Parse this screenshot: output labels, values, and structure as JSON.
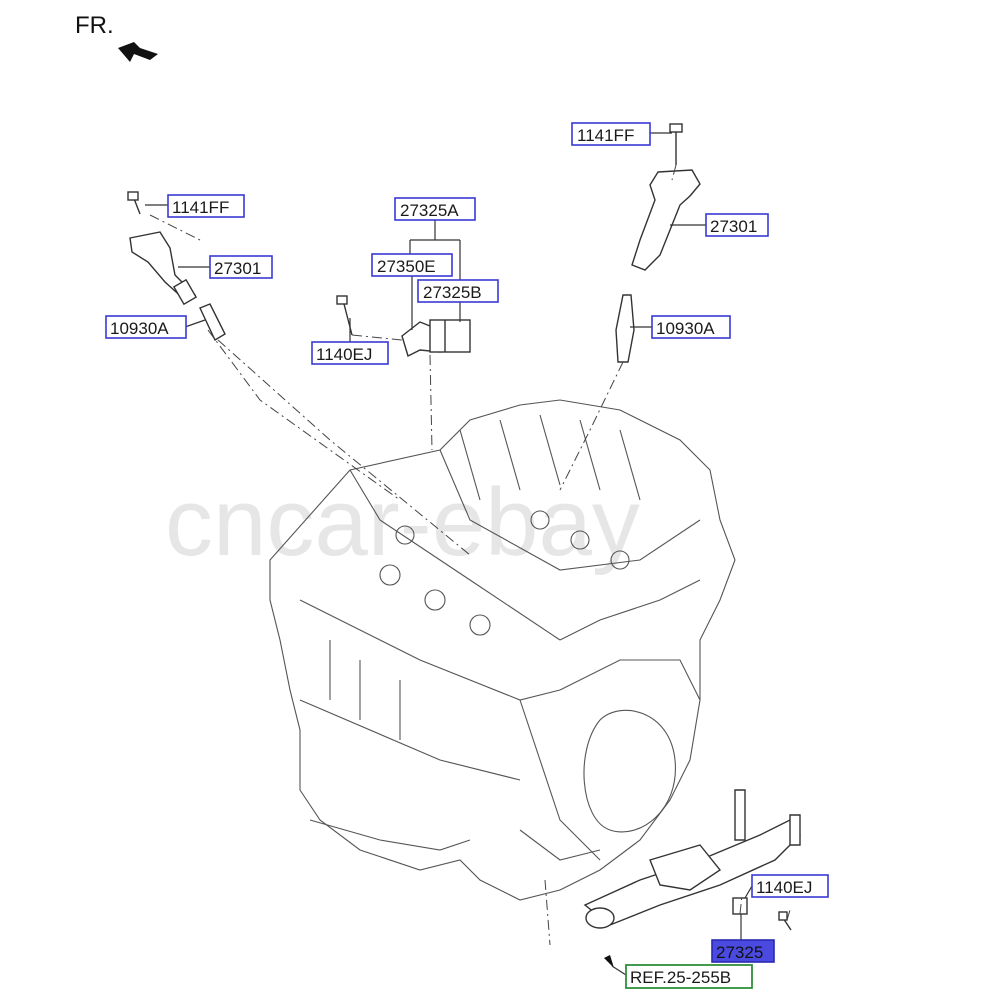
{
  "orientation": {
    "label": "FR."
  },
  "watermark": "cncar-ebay",
  "labels": {
    "bolt_top_right": "1141FF",
    "bolt_left": "1141FF",
    "coil_right": "27301",
    "coil_left": "27301",
    "sensor_top": "27325A",
    "bracket": "27350E",
    "sensor_b": "27325B",
    "plug_left": "10930A",
    "plug_right": "10930A",
    "bolt_bracket": "1140EJ",
    "bolt_bottom": "1140EJ",
    "sensor_bottom": "27325",
    "reference": "REF.25-255B"
  },
  "colors": {
    "callout_border": "#3a3ad6",
    "selected_fill": "#4a4ae0",
    "reference_border": "#2f8f3a"
  }
}
